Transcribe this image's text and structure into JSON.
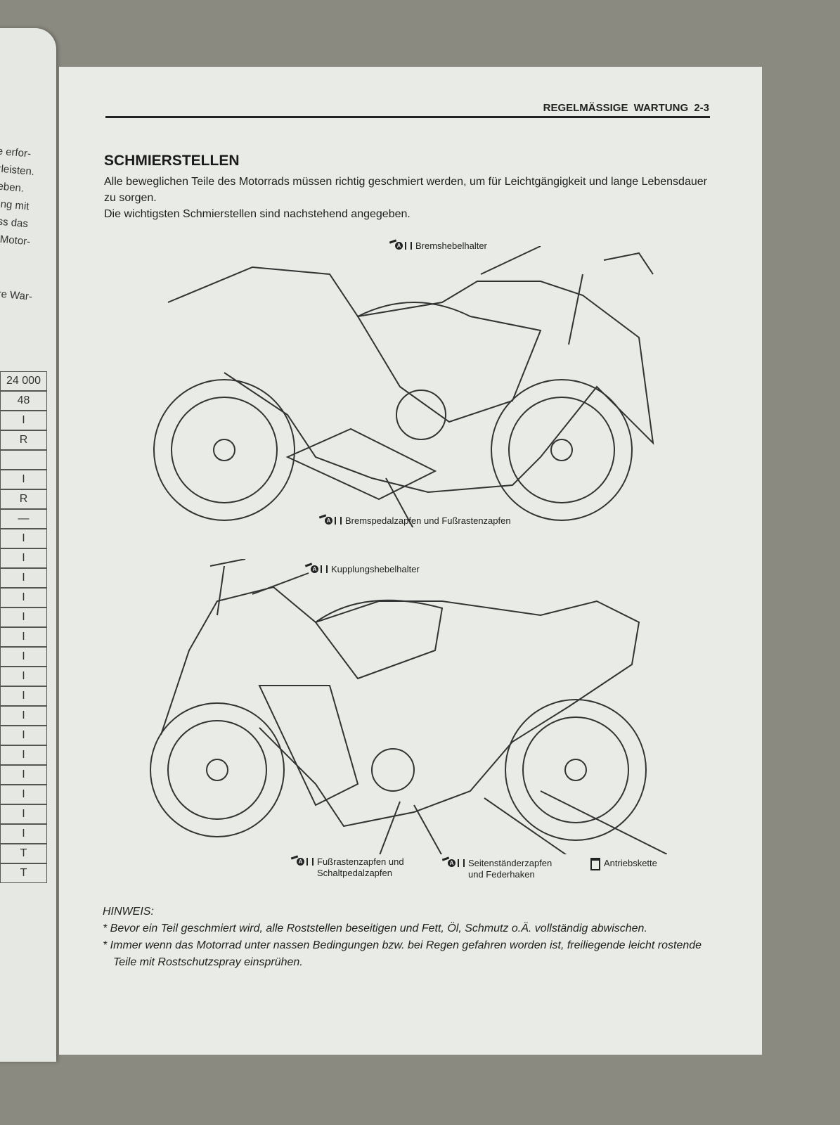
{
  "left_page": {
    "text_lines": [
      "che erfor-",
      "ährleisten.",
      "egeben.",
      "mung mit",
      "dass das",
      "es Motor-",
      "gere War-"
    ],
    "table_cells": [
      "24 000",
      "48",
      "I",
      "R",
      "",
      "I",
      "R",
      "—",
      "I",
      "I",
      "I",
      "I",
      "I",
      "I",
      "I",
      "I",
      "I",
      "I",
      "I",
      "I",
      "I",
      "I",
      "I",
      "I",
      "T",
      "T"
    ]
  },
  "header": {
    "section": "REGELMÄSSIGE WARTUNG",
    "page_number": "2-3"
  },
  "title": "SCHMIERSTELLEN",
  "intro": [
    "Alle beweglichen Teile des Motorrads müssen richtig geschmiert werden, um für Leichtgängigkeit und lange Lebensdauer zu sorgen.",
    "Die wichtigsten Schmierstellen sind nachstehend angegeben."
  ],
  "labels": {
    "bremshebel": "Bremshebelhalter",
    "bremspedal": "Bremspedalzapfen und Fußrastenzapfen",
    "kupplung": "Kupplungshebelhalter",
    "fussrasten1": "Fußrastenzapfen und",
    "fussrasten2": "Schaltpedalzapfen",
    "seiten1": "Seitenständerzapfen",
    "seiten2": "und Federhaken",
    "kette": "Antriebskette",
    "icon_letter": "A"
  },
  "notes": {
    "heading": "HINWEIS:",
    "items": [
      "* Bevor ein Teil geschmiert wird, alle Roststellen beseitigen und Fett, Öl, Schmutz o.Ä. vollständig abwischen.",
      "* Immer wenn das Motorrad unter nassen Bedingungen bzw. bei Regen gefahren worden ist, freiliegende leicht rostende Teile mit Rostschutzspray einsprühen."
    ]
  }
}
